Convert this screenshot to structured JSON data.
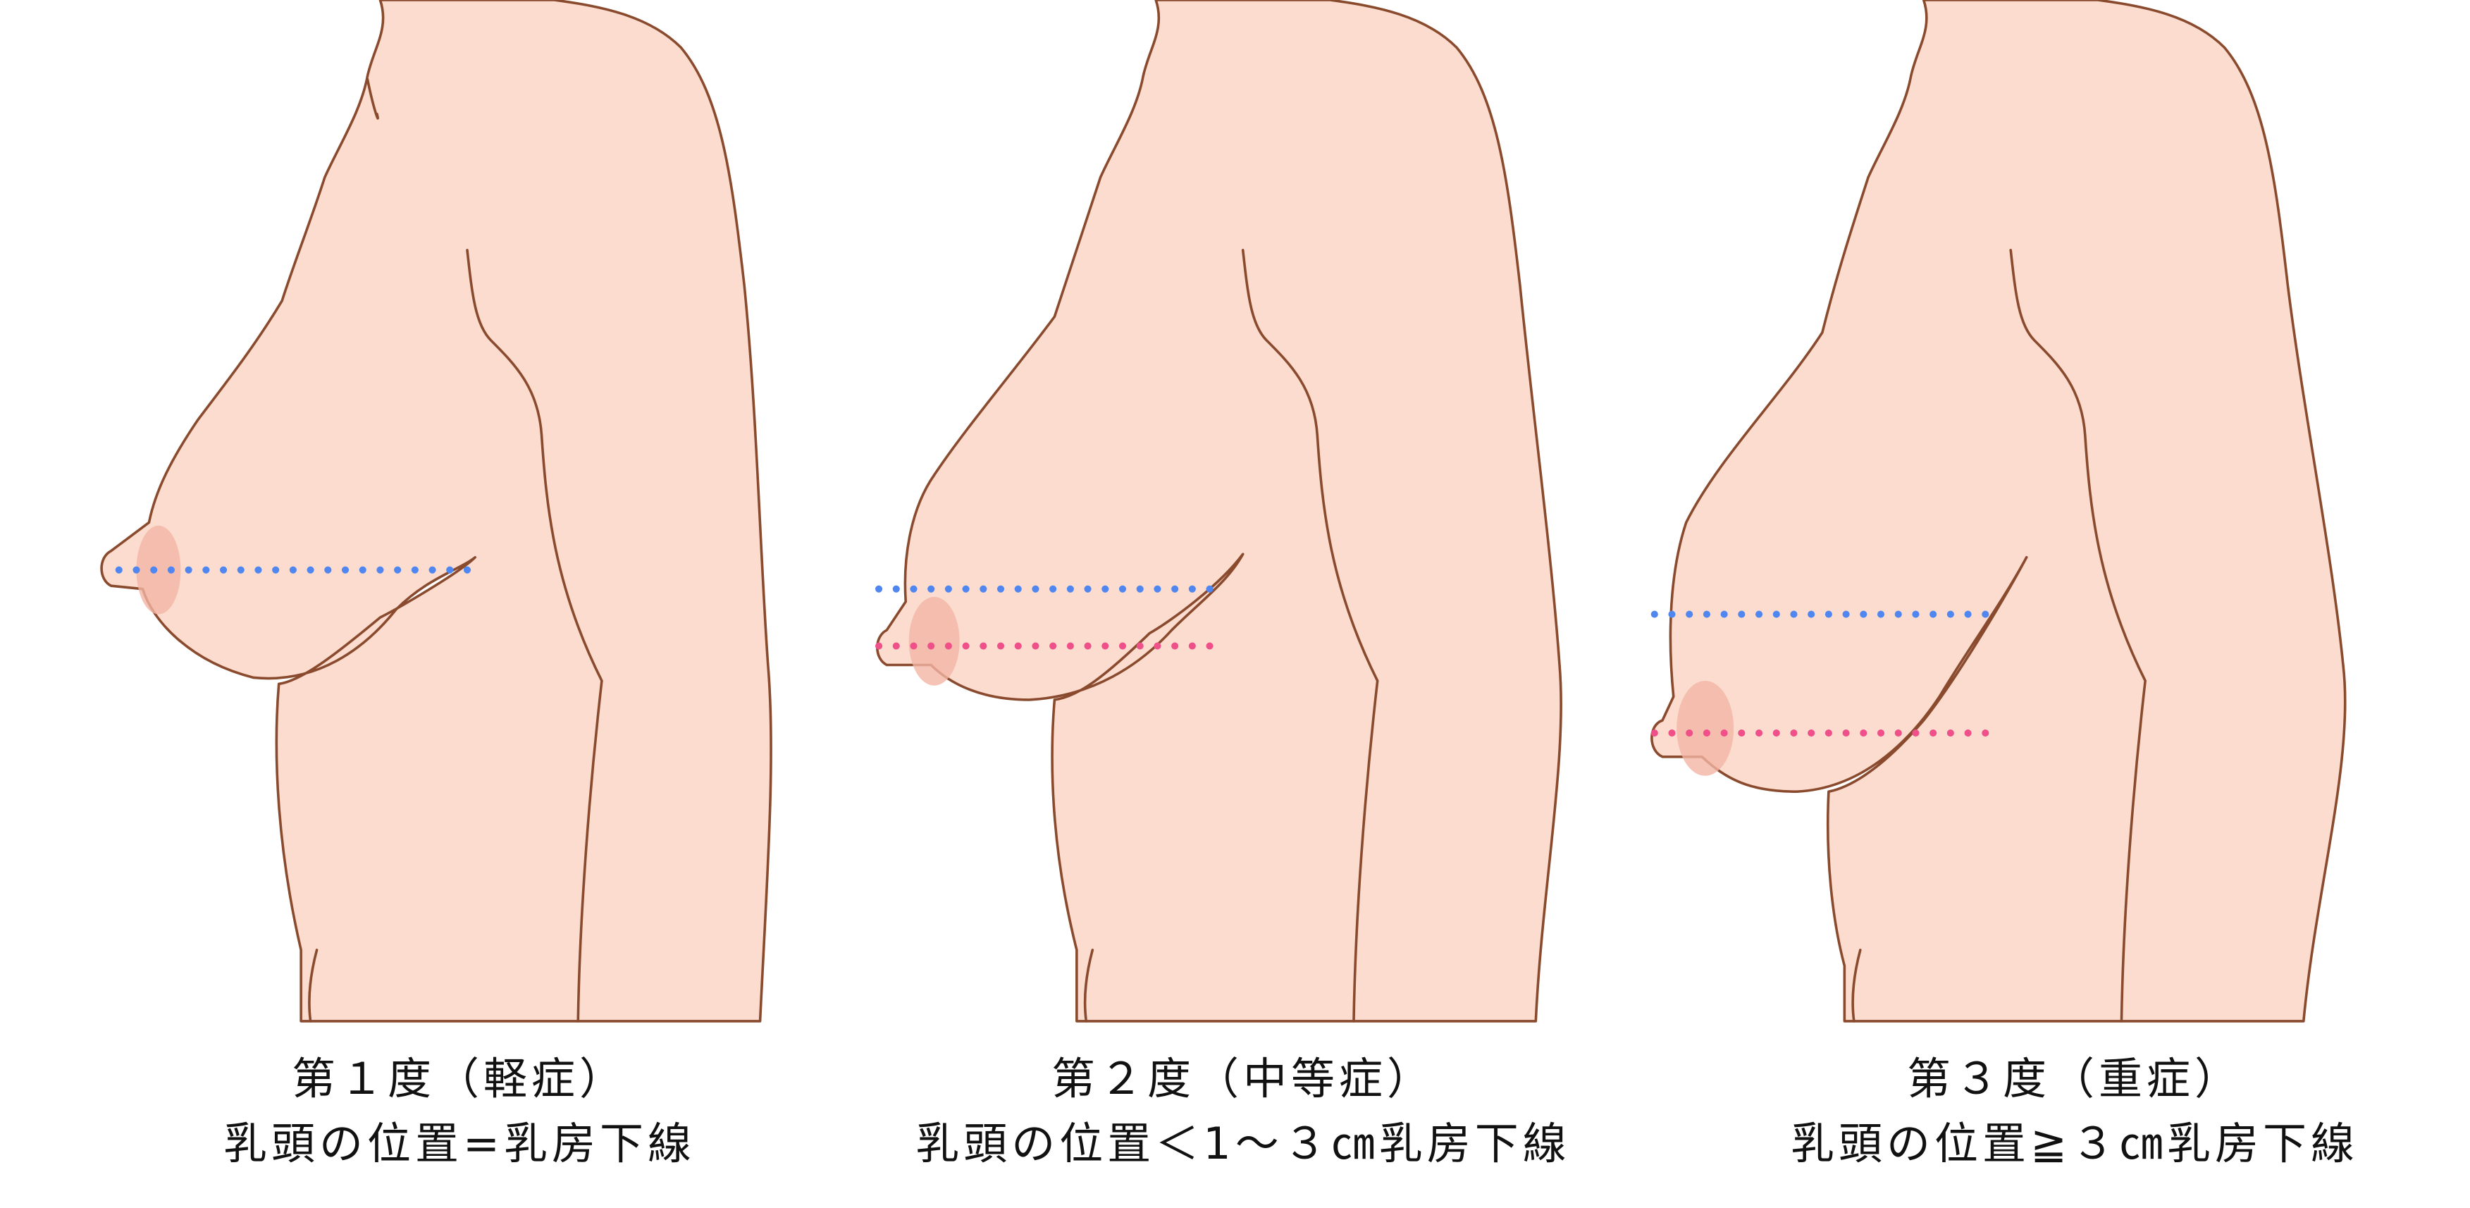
{
  "colors": {
    "nipple_line": "#4f86f0",
    "inframammary_line": "#f0508a",
    "skin": "#fbdccf",
    "outline": "#8a4a2e"
  },
  "panels": [
    {
      "title": "第１度（軽症）",
      "caption": "乳頭の位置=乳房下線"
    },
    {
      "title": "第２度（中等症）",
      "caption": "乳頭の位置＜1〜３㎝乳房下線"
    },
    {
      "title": "第３度（重症）",
      "caption": "乳頭の位置≧３㎝乳房下線"
    }
  ]
}
